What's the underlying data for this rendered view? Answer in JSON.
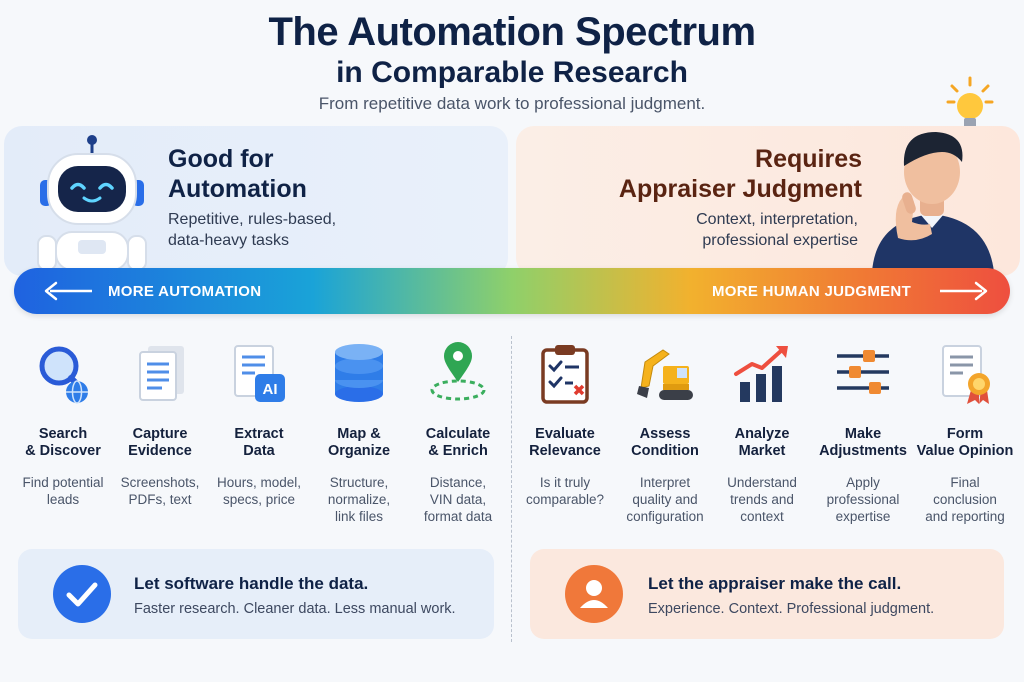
{
  "header": {
    "title_line1": "The Automation Spectrum",
    "title_line2": "in Comparable Research",
    "subtitle": "From repetitive data work to professional judgment."
  },
  "left_panel": {
    "heading_line1": "Good for",
    "heading_line2": "Automation",
    "desc_line1": "Repetitive, rules-based,",
    "desc_line2": "data-heavy tasks",
    "icon": "robot-icon"
  },
  "right_panel": {
    "heading_line1": "Requires",
    "heading_line2": "Appraiser Judgment",
    "desc_line1": "Context, interpretation,",
    "desc_line2": "professional expertise",
    "icon": "thinking-person-icon"
  },
  "spectrum": {
    "left_label": "MORE AUTOMATION",
    "right_label": "MORE HUMAN JUDGMENT"
  },
  "steps": [
    {
      "name1": "Search",
      "name2": "& Discover",
      "desc1": "Find potential",
      "desc2": "leads",
      "desc3": "",
      "icon": "magnifier-globe-icon"
    },
    {
      "name1": "Capture",
      "name2": "Evidence",
      "desc1": "Screenshots,",
      "desc2": "PDFs, text",
      "desc3": "",
      "icon": "document-icon"
    },
    {
      "name1": "Extract",
      "name2": "Data",
      "desc1": "Hours, model,",
      "desc2": "specs, price",
      "desc3": "",
      "icon": "ai-document-icon"
    },
    {
      "name1": "Map &",
      "name2": "Organize",
      "desc1": "Structure,",
      "desc2": "normalize,",
      "desc3": "link files",
      "icon": "database-icon"
    },
    {
      "name1": "Calculate",
      "name2": "& Enrich",
      "desc1": "Distance,",
      "desc2": "VIN data,",
      "desc3": "format data",
      "icon": "map-pin-route-icon"
    },
    {
      "name1": "Evaluate",
      "name2": "Relevance",
      "desc1": "Is it truly",
      "desc2": "comparable?",
      "desc3": "",
      "icon": "checklist-icon"
    },
    {
      "name1": "Assess",
      "name2": "Condition",
      "desc1": "Interpret",
      "desc2": "quality and",
      "desc3": "configuration",
      "icon": "excavator-icon"
    },
    {
      "name1": "Analyze",
      "name2": "Market",
      "desc1": "Understand",
      "desc2": "trends and",
      "desc3": "context",
      "icon": "trend-chart-icon"
    },
    {
      "name1": "Make",
      "name2": "Adjustments",
      "desc1": "Apply",
      "desc2": "professional",
      "desc3": "expertise",
      "icon": "sliders-icon"
    },
    {
      "name1": "Form",
      "name2": "Value Opinion",
      "desc1": "Final",
      "desc2": "conclusion",
      "desc3": "and reporting",
      "icon": "certificate-icon"
    }
  ],
  "callouts": {
    "left_title": "Let software handle the data.",
    "left_text": "Faster research. Cleaner data. Less manual work.",
    "left_icon": "check-circle-icon",
    "right_title": "Let the appraiser make the call.",
    "right_text": "Experience. Context. Professional judgment.",
    "right_icon": "user-circle-icon"
  },
  "colors": {
    "navy": "#0f2246",
    "automation_blue": "#1f62e0",
    "judgment_orange": "#ee4f3f",
    "callout_blue": "#2a6ee8",
    "callout_orange": "#f0783a"
  }
}
